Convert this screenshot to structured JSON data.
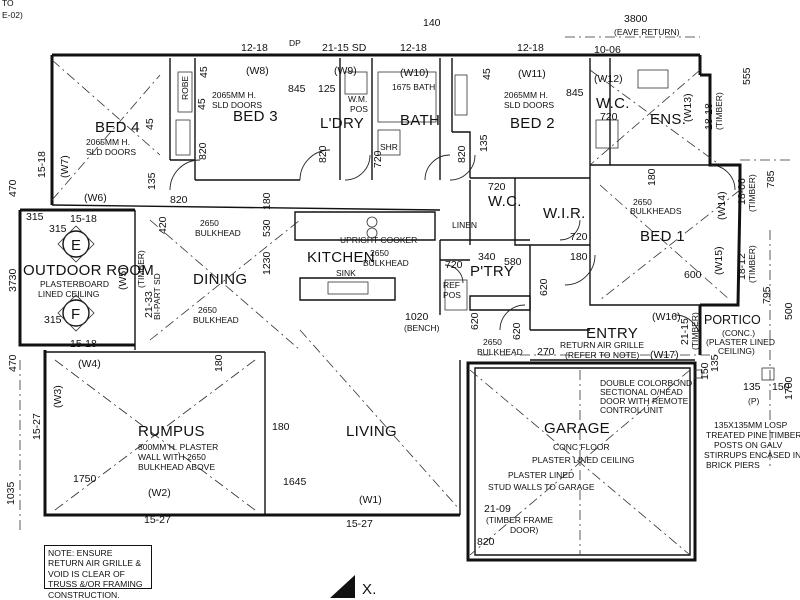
{
  "rooms": {
    "bed4": "BED 4",
    "bed3": "BED 3",
    "ldry": "L'DRY",
    "bath": "BATH",
    "bed2": "BED 2",
    "wc_top": "W.C.",
    "ens": "ENS.",
    "wc_mid": "W.C.",
    "wir": "W.I.R.",
    "bed1": "BED 1",
    "outdoor": "OUTDOOR ROOM",
    "dining": "DINING",
    "kitchen": "KITCHEN",
    "pantry": "P'TRY",
    "entry": "ENTRY",
    "portico": "PORTICO",
    "rumpus": "RUMPUS",
    "living": "LIVING",
    "garage": "GARAGE"
  },
  "windows": {
    "w8": "(W8)",
    "w9": "(W9)",
    "w10": "(W10)",
    "w11": "(W11)",
    "w12": "(W12)",
    "w13": "(W13)",
    "w14": "(W14)",
    "w15": "(W15)",
    "w16": "(W16)",
    "w17": "(W17)",
    "w7": "(W7)",
    "w6": "(W6)",
    "w5": "(W5)",
    "w4": "(W4)",
    "w3": "(W3)",
    "w2": "(W2)",
    "w1": "(W1)"
  },
  "dims": {
    "d140": "140",
    "d3800": "3800",
    "eave_return": "(EAVE RETURN)",
    "d12_18a": "12-18",
    "d21_15sd": "21-15 SD",
    "d12_18b": "12-18",
    "d12_18c": "12-18",
    "d10_06": "10-06",
    "d555": "555",
    "d845a": "845",
    "d125": "125",
    "d845b": "845",
    "d45a": "45",
    "d45b": "45",
    "d45c": "45",
    "d45d": "45",
    "d135a": "135",
    "d135b": "135",
    "d820a": "820",
    "d820b": "820",
    "d820c": "820",
    "d820d": "820",
    "d820e": "820",
    "d720a": "720",
    "d720b": "720",
    "d720c": "720",
    "d720d": "720",
    "d720e": "720",
    "d15_18a": "15-18",
    "d15_18b": "15-18",
    "d15_18c": "15-18",
    "d470a": "470",
    "d315a": "315",
    "d315b": "315",
    "d3730": "3730",
    "d315c": "315",
    "d470b": "470",
    "d420": "420",
    "d530": "530",
    "d180a": "180",
    "d1230": "1230",
    "d340": "340",
    "d580": "580",
    "d180b": "180",
    "d600": "600",
    "d180c": "180",
    "d785": "785",
    "d795": "795",
    "d1020": "1020",
    "bench": "(BENCH)",
    "d270": "270",
    "d620a": "620",
    "d620b": "620",
    "d620c": "620",
    "d180d": "180",
    "d180e": "180",
    "d1750": "1750",
    "d1645": "1645",
    "d1035": "1035",
    "d15_27a": "15-27",
    "d15_27b": "15-27",
    "d15_27c": "15-27",
    "d21_09": "21-09",
    "d150": "150",
    "d135c": "135",
    "d135d": "135",
    "d150b": "150",
    "d18_18": "18-18",
    "timber1": "(TIMBER)",
    "d18_06": "18-06",
    "timber2": "(TIMBER)",
    "d18_12": "18-12",
    "timber3": "(TIMBER)",
    "d21_15": "21-15",
    "timber4": "(TIMBER)",
    "d21_33": "21-33",
    "timber5": "(TIMBER)",
    "bifold": "BI-PART SD",
    "dp": "DP",
    "d500": "500",
    "d1700": "1700"
  },
  "notes": {
    "bed4_doors": [
      "2065MM H.",
      "SLD DOORS"
    ],
    "bed3_doors": [
      "2065MM H.",
      "SLD DOORS"
    ],
    "bed2_doors": [
      "2065MM H.",
      "SLD DOORS"
    ],
    "robe": "ROBE",
    "wm_pos": [
      "W.M.",
      "POS"
    ],
    "bath_675": "1675 BATH",
    "shr": "SHR",
    "linen": "LINEN",
    "bulkhead_dining": [
      "2650",
      "BULKHEAD"
    ],
    "bulkhead_dining2": [
      "2650",
      "BULKHEAD"
    ],
    "cooker": "UPRIGHT COOKER",
    "bulkhead_kitchen": [
      "2650",
      "BULKHEAD"
    ],
    "sink": "SINK",
    "ref_pos": [
      "REF",
      "POS"
    ],
    "bulkhead_bed1": [
      "2650",
      "BULKHEADS"
    ],
    "bulkhead_entry": [
      "2650",
      "BULKHEAD"
    ],
    "return_grille": [
      "RETURN AIR GRILLE",
      "(REFER TO NOTE)"
    ],
    "outdoor_ceiling": [
      "PLASTERBOARD",
      "LINED CEILING"
    ],
    "portico_ceiling": [
      "(CONC.)",
      "(PLASTER LINED",
      "CEILING)"
    ],
    "rumpus_wall": [
      "800MM H. PLASTER",
      "WALL WITH 2650",
      "BULKHEAD ABOVE"
    ],
    "garage_door": [
      "DOUBLE COLORBOND",
      "SECTIONAL O/HEAD",
      "DOOR WITH REMOTE",
      "CONTROL UNIT"
    ],
    "garage_floor": [
      "CONC FLOOR",
      "PLASTER LINED CEILING"
    ],
    "garage_walls": [
      "PLASTER LINED",
      "STUD WALLS TO GARAGE"
    ],
    "timber_door": [
      "(TIMBER FRAME",
      "DOOR)"
    ],
    "post_note": [
      "135X135MM LOSP",
      "TREATED PINE TIMBER",
      "POSTS ON GALV",
      "STIRRUPS ENCASED IN",
      "BRICK PIERS"
    ],
    "post_p": "(P)",
    "marker_e": "E",
    "marker_f": "F",
    "marker_x": "X.",
    "title_corner": [
      "TO",
      "E-02)"
    ],
    "main_note": "NOTE: ENSURE RETURN AIR GRILLE & VOID IS CLEAR OF TRUSS &/OR FRAMING CONSTRUCTION."
  }
}
